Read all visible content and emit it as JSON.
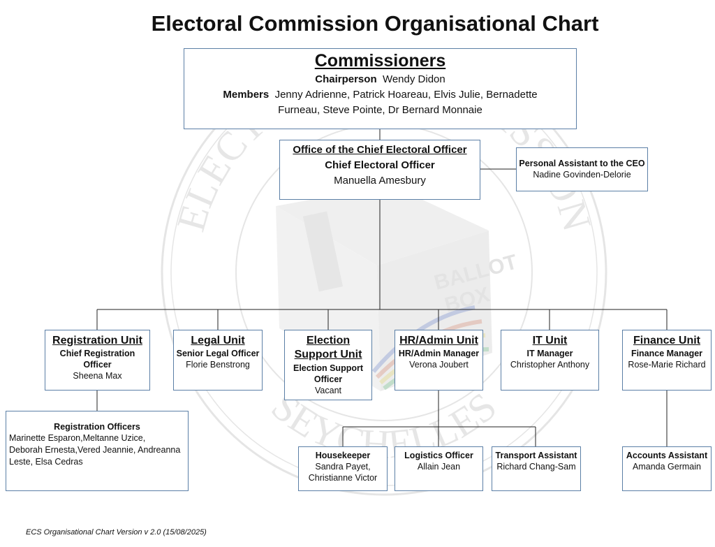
{
  "title": "Electoral Commission Organisational Chart",
  "watermark": {
    "ring_top": "ELECTORAL COMMISSION",
    "ring_bottom": "SEYCHELLES",
    "box_label_1": "BALLOT",
    "box_label_2": "BOX"
  },
  "commissioners": {
    "heading": "Commissioners",
    "chair_label": "Chairperson",
    "chair_name": "Wendy Didon",
    "members_label": "Members",
    "members_line1": "Jenny Adrienne, Patrick Hoareau, Elvis Julie, Bernadette",
    "members_line2": "Furneau, Steve Pointe, Dr Bernard Monnaie"
  },
  "ceo_office": {
    "heading": "Office of the Chief Electoral Officer",
    "role": "Chief Electoral Officer",
    "name": "Manuella Amesbury"
  },
  "pa": {
    "role": "Personal Assistant to the CEO",
    "name": "Nadine Govinden-Delorie"
  },
  "units": {
    "registration": {
      "heading": "Registration Unit",
      "role_l1": "Chief Registration",
      "role_l2": "Officer",
      "name": "Sheena Max"
    },
    "legal": {
      "heading": "Legal  Unit",
      "role": "Senior Legal Officer",
      "name": "Florie Benstrong"
    },
    "election": {
      "heading_l1": "Election",
      "heading_l2": "Support Unit",
      "role_l1": "Election Support",
      "role_l2": "Officer",
      "name": "Vacant"
    },
    "hr": {
      "heading": "HR/Admin Unit",
      "role": "HR/Admin Manager",
      "name": "Verona Joubert"
    },
    "it": {
      "heading": "IT Unit",
      "role": "IT Manager",
      "name": "Christopher Anthony"
    },
    "finance": {
      "heading": "Finance Unit",
      "role": "Finance Manager",
      "name": "Rose-Marie Richard"
    }
  },
  "registration_officers": {
    "role": "Registration Officers",
    "names_l1": "Marinette Esparon,Meltanne Uzice,",
    "names_l2": "Deborah Ernesta,Vered Jeannie, Andreanna",
    "names_l3": "Leste, Elsa Cedras"
  },
  "housekeeper": {
    "role": "Housekeeper",
    "name_l1": "Sandra Payet,",
    "name_l2": "Christianne Victor"
  },
  "logistics": {
    "role": "Logistics Officer",
    "name": "Allain Jean"
  },
  "transport": {
    "role": "Transport Assistant",
    "name": "Richard Chang-Sam"
  },
  "accounts": {
    "role": "Accounts Assistant",
    "name": "Amanda Germain"
  },
  "footer": "ECS Organisational Chart Version v 2.0 (15/08/2025)"
}
